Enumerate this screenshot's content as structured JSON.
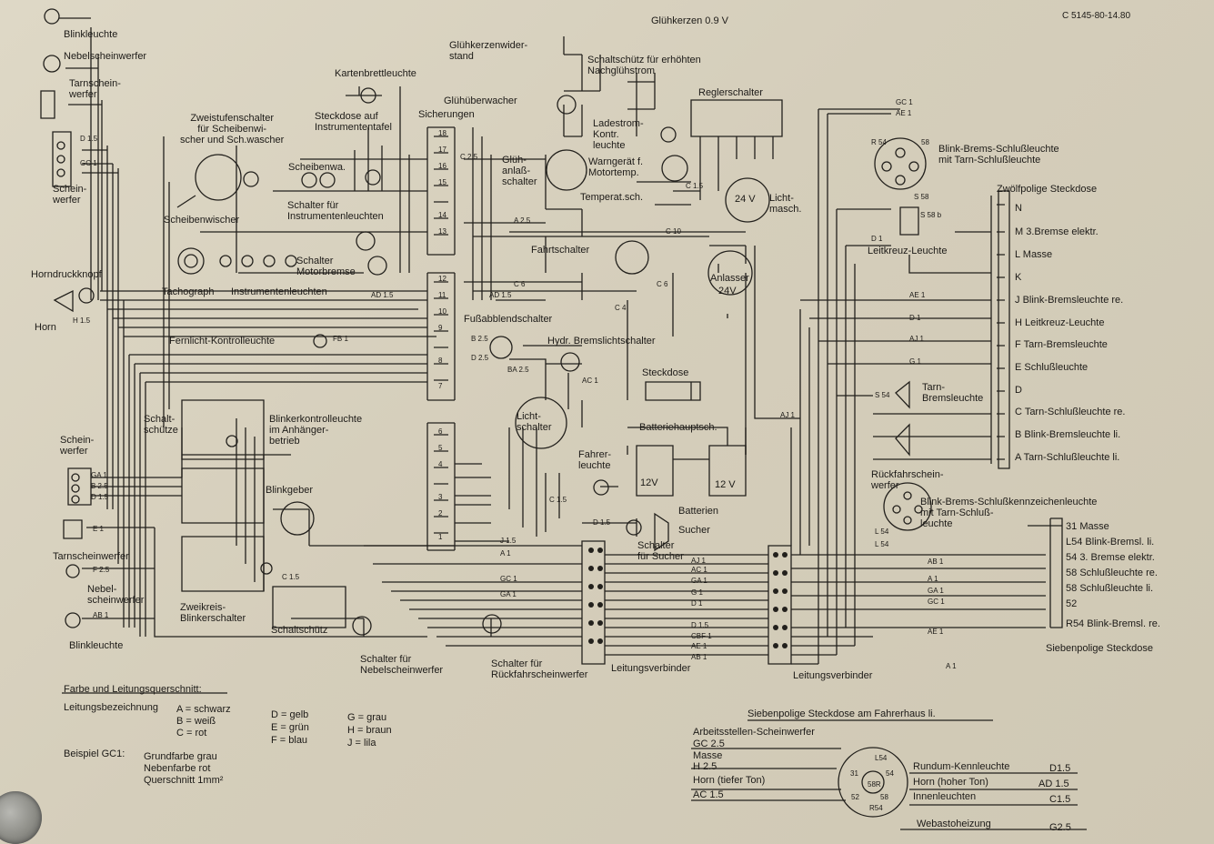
{
  "doc_number": "C 5145-80-14.80",
  "components": {
    "blinkleuchte_top": "Blinkleuchte",
    "nebelscheinwerfer_top": "Nebelscheinwerfer",
    "tarnscheinwerfer_top": "Tarnschein-\nwerfer",
    "scheinwerfer_top": "Schein-\nwerfer",
    "horndruckknopf": "Horndruckknopf",
    "horn": "Horn",
    "fernlicht": "Fernlicht-Kontrolleuchte",
    "zweistufenschalter": "Zweistufenschalter\nfür Scheibenwi-\nscher und Sch.wascher",
    "scheibenwischer": "Scheibenwischer",
    "kartenbrettleuchte": "Kartenbrettleuchte",
    "steckdose_instr": "Steckdose auf\nInstrumententafel",
    "scheibenwa": "Scheibenwa.",
    "schalter_instr": "Schalter für\nInstrumentenleuchten",
    "tachograph": "Tachograph",
    "instrumentenleuchten": "Instrumentenleuchten",
    "schalter_motorbremse": "Schalter\nMotorbremse",
    "sicherungen": "Sicherungen",
    "gluehueberwacher": "Glühüberwacher",
    "gluehkerzenwiderstand": "Glühkerzenwider-\nstand",
    "gluehkerzen": "Glühkerzen 0.9 V",
    "schaltschuetz_gluehstrom": "Schaltschütz für erhöhten\nNachglühstrom",
    "reglerschalter": "Reglerschalter",
    "ladestrom": "Ladestrom-\nKontr.\nleuchte",
    "warngeraet": "Warngerät f.\nMotortemp.",
    "temperatsch": "Temperat.sch.",
    "gluehanlass": "Glüh-\nanlaß-\nschalter",
    "lichtmasch": "Licht-\nmasch.",
    "lichtmasch_v": "24 V",
    "fahrtschalter": "Fahrtschalter",
    "anlasser": "Anlasser",
    "anlasser_v": "24V",
    "fussabblend": "Fußabblendschalter",
    "hydr_brems": "Hydr. Bremslichtschalter",
    "steckdose_mid": "Steckdose",
    "batteriehauptsch": "Batteriehauptsch.",
    "batterie_left_v": "12V",
    "batterie_right_v": "12 V",
    "batterien": "Batterien",
    "lichtschalter": "Licht-\nschalter",
    "fahrerleuchte": "Fahrer-\nleuchte",
    "schaltschuetze": "Schalt-\nschütze",
    "blinkerkontroll": "Blinkerkontrolleuchte\nim Anhänger-\nbetrieb",
    "blinkgeber": "Blinkgeber",
    "scheinwerfer_left": "Schein-\nwerfer",
    "tarnscheinwerfer_left": "Tarnscheinwerfer",
    "nebelscheinwerfer_left": "Nebel-\nscheinwerfer",
    "blinkleuchte_bottom": "Blinkleuchte",
    "zweikreis": "Zweikreis-\nBlinkerschalter",
    "schaltschuetz_bottom": "Schaltschütz",
    "schalter_nebel": "Schalter für\nNebelscheinwerfer",
    "schalter_rueckfahr": "Schalter für\nRückfahrscheinwerfer",
    "leitungsverbinder_1": "Leitungsverbinder",
    "leitungsverbinder_2": "Leitungsverbinder",
    "schalter_sucher": "Schalter\nfür Sucher",
    "sucher": "Sucher",
    "blink_brems_schluss": "Blink-Brems-Schlußleuchte\nmit Tarn-Schlußleuchte",
    "leitkreuz": "Leitkreuz-Leuchte",
    "tarn_brems_right": "Tarn-\nBremsleuchte",
    "rueckfahrscheinwerfer": "Rückfahrschein-\nwerfer",
    "blink_brems_kennz": "Blink-Brems-Schlußkennzeichenleuchte\nmit Tarn-Schluß-\nleuchte",
    "siebenpolige_steckdose": "Siebenpolige Steckdose"
  },
  "zwoelfpolige_steckdose": {
    "title": "Zwölfpolige Steckdose",
    "pins": [
      {
        "code": "N",
        "desc": ""
      },
      {
        "code": "M",
        "desc": "3.Bremse elektr."
      },
      {
        "code": "L",
        "desc": "Masse"
      },
      {
        "code": "K",
        "desc": ""
      },
      {
        "code": "J",
        "desc": "Blink-Bremsleuchte re."
      },
      {
        "code": "H",
        "desc": "Leitkreuz-Leuchte"
      },
      {
        "code": "F",
        "desc": "Tarn-Bremsleuchte"
      },
      {
        "code": "E",
        "desc": "Schlußleuchte"
      },
      {
        "code": "D",
        "desc": ""
      },
      {
        "code": "C",
        "desc": "Tarn-Schlußleuchte re."
      },
      {
        "code": "B",
        "desc": "Blink-Bremsleuchte li."
      },
      {
        "code": "A",
        "desc": "Tarn-Schlußleuchte li."
      }
    ]
  },
  "siebenpolige_right": {
    "pins": [
      {
        "code": "31",
        "desc": "Masse"
      },
      {
        "code": "L54",
        "desc": "Blink-Bremsl. li."
      },
      {
        "code": "54",
        "desc": "3. Bremse elektr."
      },
      {
        "code": "58",
        "desc": "Schlußleuchte re."
      },
      {
        "code": "58",
        "desc": "Schlußleuchte li."
      },
      {
        "code": "52",
        "desc": ""
      },
      {
        "code": "R54",
        "desc": "Blink-Bremsl. re."
      }
    ]
  },
  "wire_codes": {
    "ae1_top": "AE 1",
    "gc1_top": "GC 1",
    "d15_top": "D 1.5",
    "gc1_2": "GC 1",
    "r54": "R 54",
    "s58": "58",
    "s58b": "S 58",
    "d1_right": "D 1",
    "s58b_2": "S 58 b",
    "ae1_r": "AE 1",
    "d1_r": "D 1",
    "aj1_r": "AJ 1",
    "g1_r": "G 1",
    "aj1_mid": "AJ 1",
    "s54_r": "S 54",
    "l54_r": "L 54",
    "a25": "A 2.5",
    "c10": "C 10",
    "c6": "C 6",
    "c6_2": "C 6",
    "c4": "C 4",
    "ad15": "AD 1.5",
    "ad15_b": "AD 1.5",
    "fb1": "FB 1",
    "c25": "C 2.5",
    "b25": "B 2.5",
    "d25": "D 2.5",
    "ba25": "BA 2.5",
    "ac1": "AC 1",
    "c15": "C 1.5",
    "c15_b": "C 1.5",
    "c15_v": "C 1.5",
    "d15_b": "D 1.5",
    "e1": "E 1",
    "f25": "F 2.5",
    "ab1_l": "AB 1",
    "ga1_l": "GA 1",
    "b25_l": "B 2.5",
    "d15_l": "D 1.5",
    "h15": "H 1.5",
    "j15": "J 1.5",
    "a1": "A 1",
    "gc1_b": "GC 1",
    "ga1_b": "GA 1",
    "aj1_b": "AJ 1",
    "ac1_b": "AC 1",
    "ga1_b2": "GA 1",
    "g1_b": "G 1",
    "d1_b": "D 1",
    "d15_b2": "D 1.5",
    "cbf1": "CBF 1",
    "ae1_b": "AE 1",
    "ab1_b": "AB 1",
    "ab1_r": "AB 1",
    "l54_b": "L 54",
    "a1_r": "A 1",
    "ga1_r": "GA 1",
    "gc1_r": "GC 1",
    "ae1_rb": "AE 1",
    "a1_r2": "A 1",
    "sicherung_nums": [
      "18",
      "17",
      "16",
      "15",
      "14",
      "13"
    ],
    "sicherung_nums_b": [
      "12",
      "11",
      "10",
      "9",
      "8",
      "7"
    ],
    "sicherung_nums_c": [
      "6",
      "5",
      "4",
      "3",
      "2",
      "1"
    ]
  },
  "legend": {
    "title": "Farbe und Leitungsquerschnitt:",
    "leitungsbezeichnung": "Leitungsbezeichnung",
    "col1": [
      "A = schwarz",
      "B = weiß",
      "C = rot"
    ],
    "col2": [
      "D = gelb",
      "E = grün",
      "F = blau"
    ],
    "col3": [
      "G = grau",
      "H = braun",
      "J = lila"
    ],
    "beispiel": "Beispiel GC1:",
    "beispiel_lines": [
      "Grundfarbe grau",
      "Nebenfarbe rot",
      "Querschnitt 1mm²"
    ]
  },
  "fahrerhaus": {
    "title": "Siebenpolige Steckdose am Fahrerhaus li.",
    "left": [
      "Arbeitsstellen-Scheinwerfer",
      "GC 2.5",
      "Masse",
      "H 2.5",
      "Horn (tiefer Ton)",
      "AC 1.5"
    ],
    "right": [
      {
        "label": "Rundum-Kennleuchte",
        "code": "D1.5"
      },
      {
        "label": "Horn (hoher Ton)",
        "code": "AD 1.5"
      },
      {
        "label": "Innenleuchten",
        "code": "C1.5"
      }
    ],
    "webasto": "Webastoheizung",
    "webasto_code": "G2.5",
    "pins": [
      "L54",
      "31",
      "54",
      "58R",
      "52",
      "58",
      "R54"
    ]
  }
}
